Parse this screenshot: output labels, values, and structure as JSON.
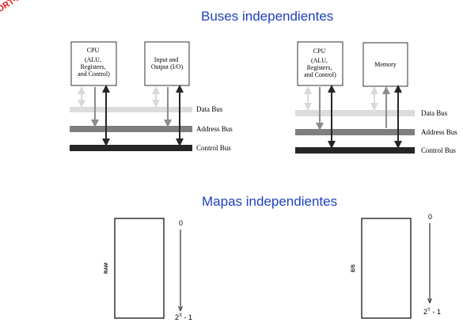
{
  "watermark": "PORT-MAPPED",
  "section_buses": {
    "title": "Buses independientes",
    "left_diagram": {
      "cpu_lines": [
        "CPU",
        "(ALU,",
        "Registers,",
        "and Control)"
      ],
      "io_lines": [
        "Input and",
        "Output (I/O)"
      ],
      "bus_labels": {
        "data": "Data Bus",
        "address": "Address Bus",
        "control": "Control Bus"
      }
    },
    "right_diagram": {
      "cpu_lines": [
        "CPU",
        "(ALU,",
        "Registers,",
        "and Control)"
      ],
      "memory_label": "Memory",
      "bus_labels": {
        "data": "Data Bus",
        "address": "Address Bus",
        "control": "Control Bus"
      }
    }
  },
  "section_maps": {
    "title": "Mapas independientes",
    "left_map": {
      "box_label": "RAM",
      "top_value": "0",
      "bottom_base": "2",
      "bottom_exponent": "X",
      "bottom_suffix": " - 1"
    },
    "right_map": {
      "box_label": "E/S",
      "top_value": "0",
      "bottom_base": "2",
      "bottom_exponent": "Y",
      "bottom_suffix": " - 1"
    }
  },
  "colors": {
    "title": "#1f3fbf",
    "watermark": "#e02020",
    "data_bus": "#dcdcdc",
    "address_bus": "#7f7f7f",
    "control_bus": "#262626"
  }
}
